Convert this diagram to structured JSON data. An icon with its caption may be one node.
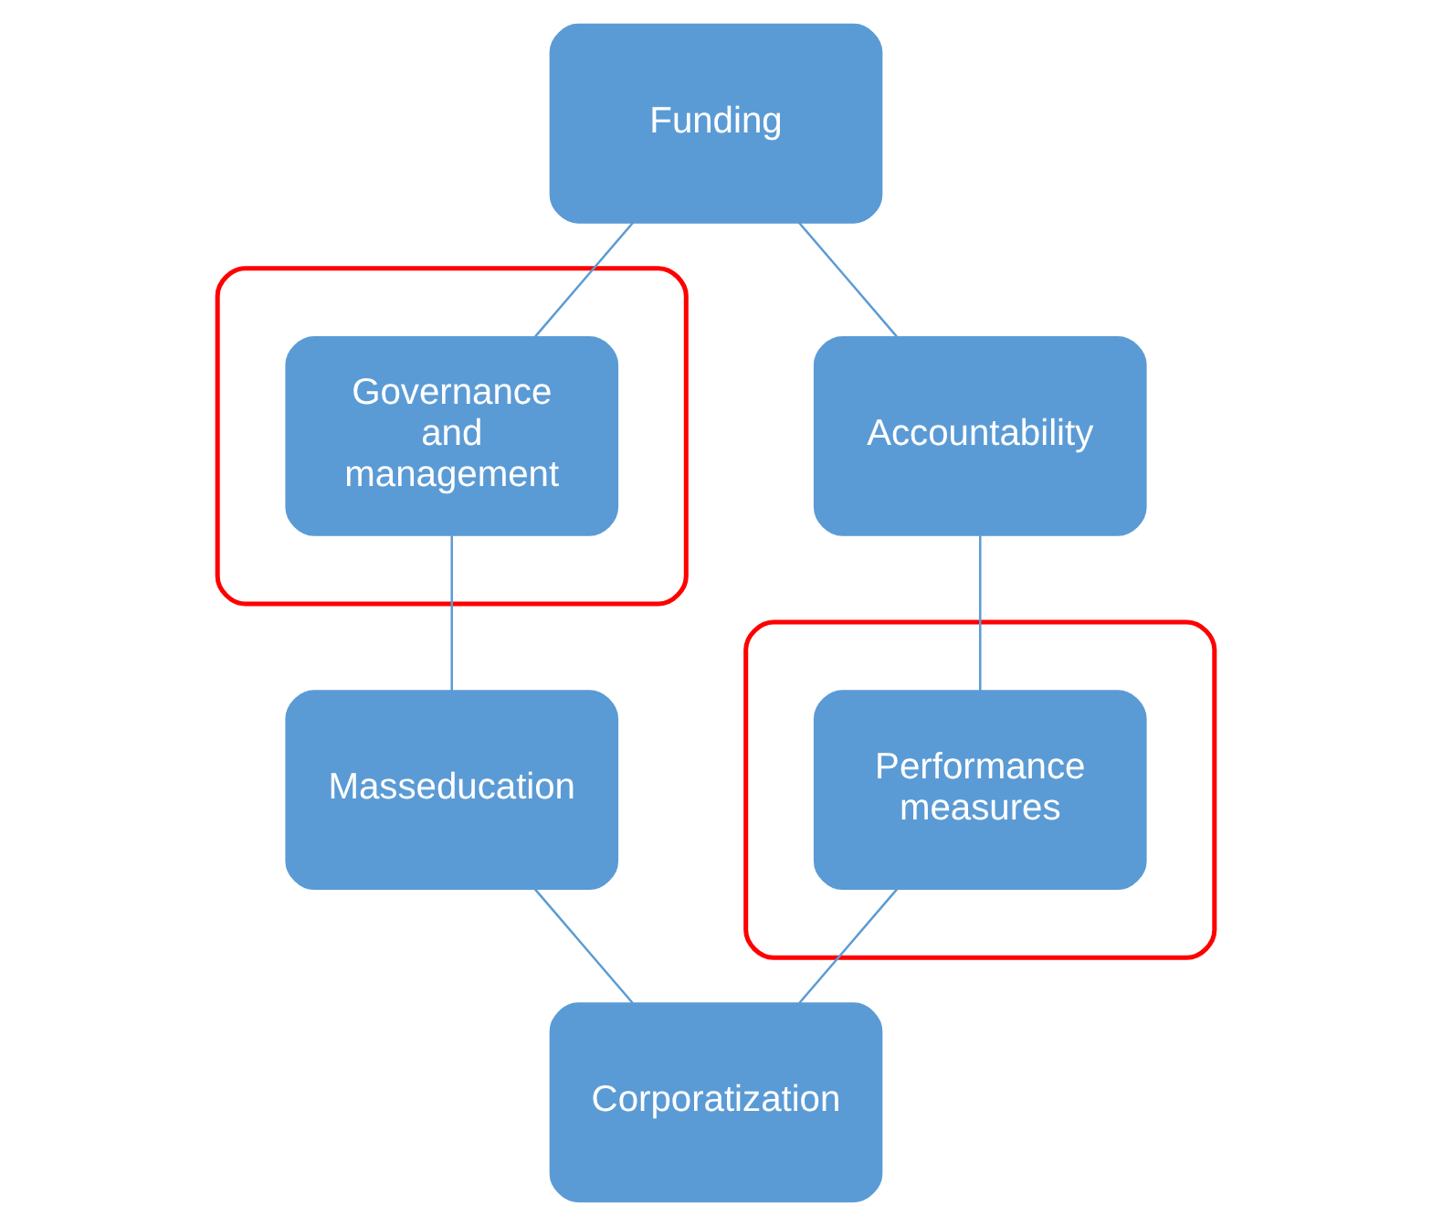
{
  "diagram": {
    "nodes": [
      {
        "text": [
          "Funding"
        ]
      },
      {
        "text": [
          "Accountability"
        ]
      },
      {
        "text": [],
        "shape": "ellipse"
      },
      {
        "text": [
          "Performance measures"
        ],
        "in": 2
      },
      {
        "text": [
          "Corporatization"
        ]
      },
      {
        "text": [
          "Masseducation"
        ]
      },
      {
        "text": [],
        "shape": "ellipse"
      },
      {
        "text": [
          "Governance and management"
        ],
        "in": 6
      }
    ],
    "edges": [
      {
        "from": 0,
        "to": 1,
        "arrow": "none"
      },
      {
        "from": 1,
        "to": 3,
        "arrow": "none"
      },
      {
        "from": 3,
        "to": 4,
        "arrow": "none"
      },
      {
        "from": 4,
        "to": 5,
        "arrow": "none"
      },
      {
        "from": 5,
        "to": 7,
        "arrow": "none"
      },
      {
        "from": 7,
        "to": 0,
        "arrow": "none"
      }
    ]
  }
}
